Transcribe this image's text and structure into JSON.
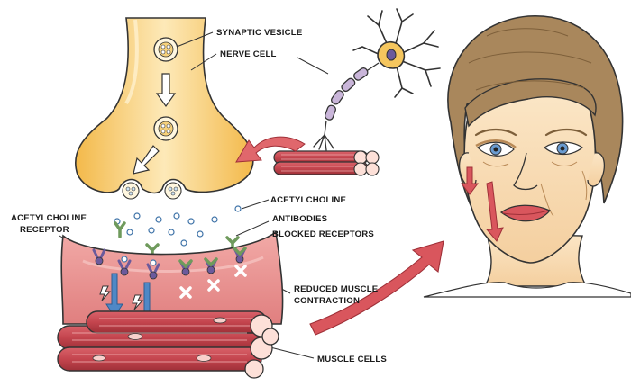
{
  "labels": {
    "synaptic_vesicle": "SYNAPTIC VESICLE",
    "nerve_cell": "NERVE CELL",
    "acetylcholine": "ACETYLCHOLINE",
    "acetylcholine_receptor_line1": "ACETYLCHOLINE",
    "acetylcholine_receptor_line2": "RECEPTOR",
    "antibodies": "ANTIBODIES",
    "blocked_receptors": "BLOCKED RECEPTORS",
    "reduced_muscle_line1": "REDUCED MUSCLE",
    "reduced_muscle_line2": "CONTRACTION",
    "muscle_cells": "MUSCLE CELLS"
  },
  "colors": {
    "nerve_terminal": "#f5c65e",
    "nerve_terminal_light": "#fde9b8",
    "muscle_tissue": "#e78b8a",
    "muscle_fiber": "#c7474f",
    "arrow": "#c7474f",
    "receptor": "#6b5a9c",
    "antibody": "#6f9a5c",
    "signal_arrow": "#4f88c6",
    "skin": "#f8dcb6",
    "hair": "#a9875c",
    "neurotransmitter": "#5b9ac9"
  },
  "icons": {
    "blocked": "cross-mark-icon",
    "signal": "lightning-bolt-icon"
  }
}
